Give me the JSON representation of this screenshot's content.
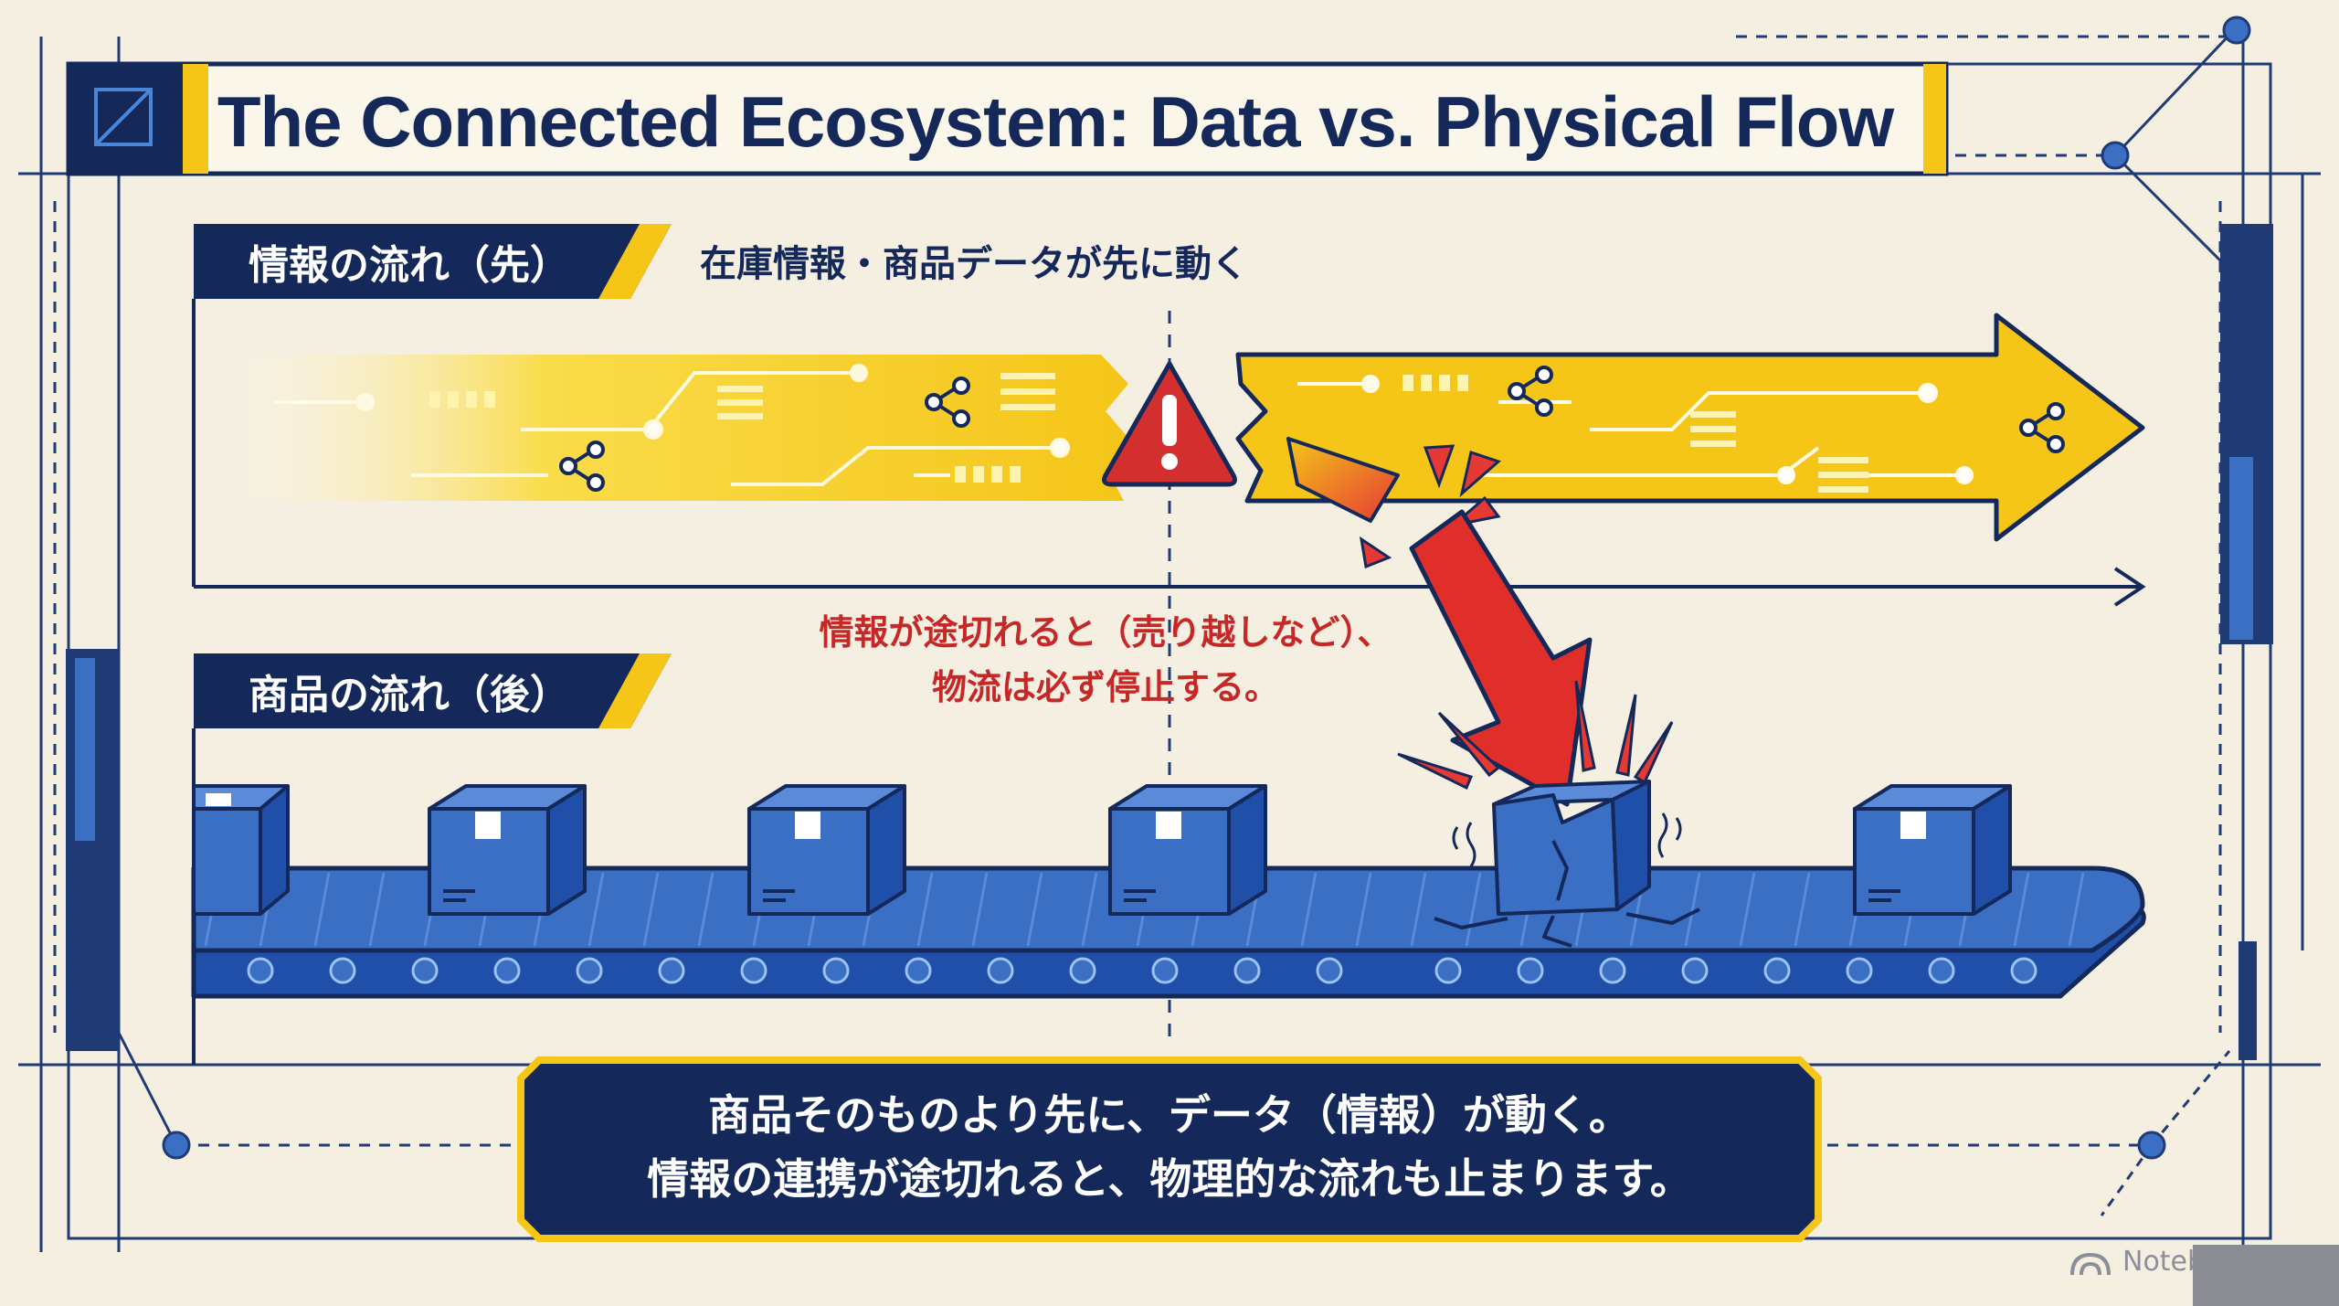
{
  "title": "The Connected Ecosystem: Data vs. Physical Flow",
  "info_flow": {
    "label": "情報の流れ（先）",
    "description": "在庫情報・商品データが先に動く"
  },
  "goods_flow": {
    "label": "商品の流れ（後）"
  },
  "warning_callout": {
    "line1": "情報が途切れると（売り越しなど）、",
    "line2": "物流は必ず停止する。"
  },
  "summary": {
    "line1": "商品そのものより先に、データ（情報）が動く。",
    "line2": "情報の連携が途切れると、物理的な流れも止まります。"
  },
  "watermark": "Noteb",
  "icons": [
    "warning-icon",
    "share-node-icon",
    "cardboard-box-icon",
    "broken-box-icon",
    "red-arrow-icon",
    "conveyor-belt-icon"
  ],
  "colors": {
    "navy": "#14295a",
    "yellow": "#f5c518",
    "alert_red": "#d32f2f",
    "box_blue": "#3a6fc4",
    "background": "#f5efe2"
  }
}
